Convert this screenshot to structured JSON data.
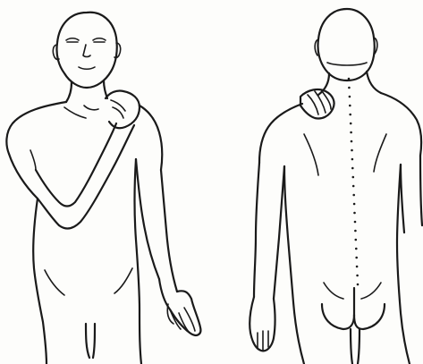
{
  "figures": [
    {
      "id": "front",
      "view": "front"
    },
    {
      "id": "back",
      "view": "back"
    }
  ],
  "colors": {
    "ink": "#1a1a1a",
    "background": "#fdfdfb"
  },
  "spine": {
    "dot_count": 24
  }
}
